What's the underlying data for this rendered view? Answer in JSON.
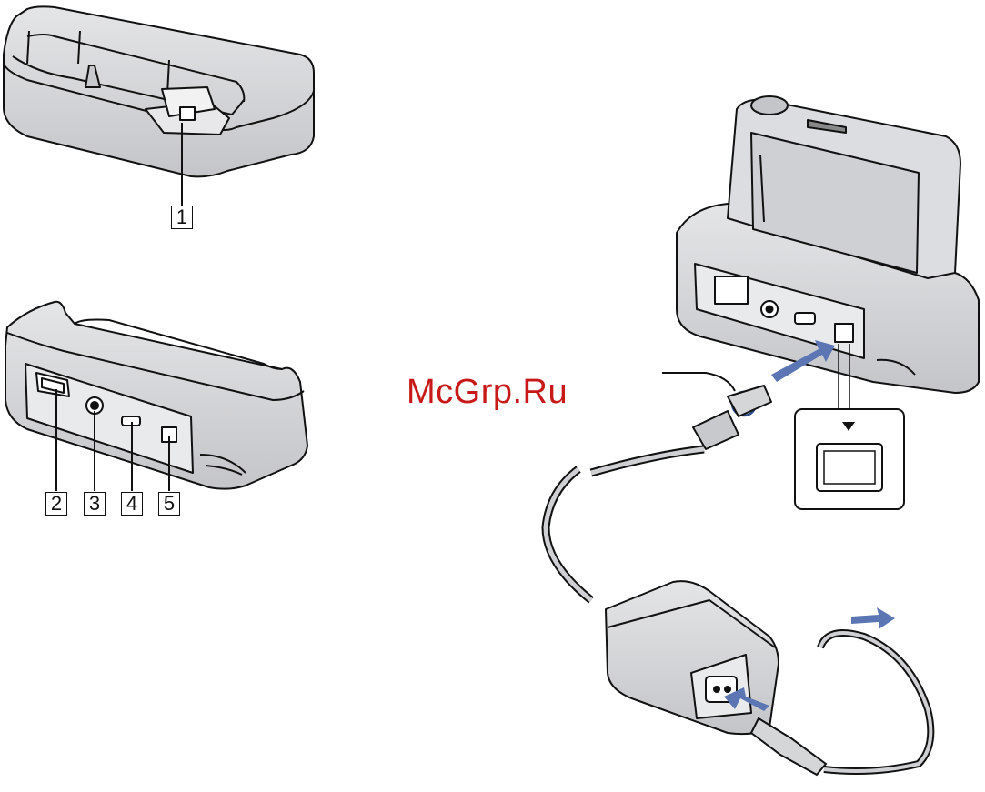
{
  "watermark": "McGrp.Ru",
  "callouts": {
    "c1": "1",
    "c2": "2",
    "c3": "3",
    "c4": "4",
    "c5": "5"
  },
  "colors": {
    "body_fill": "#d5d6d8",
    "body_shade": "#b8b9bc",
    "outline": "#111111",
    "arrow_blue": "#5b76b3",
    "watermark": "#c81919"
  }
}
